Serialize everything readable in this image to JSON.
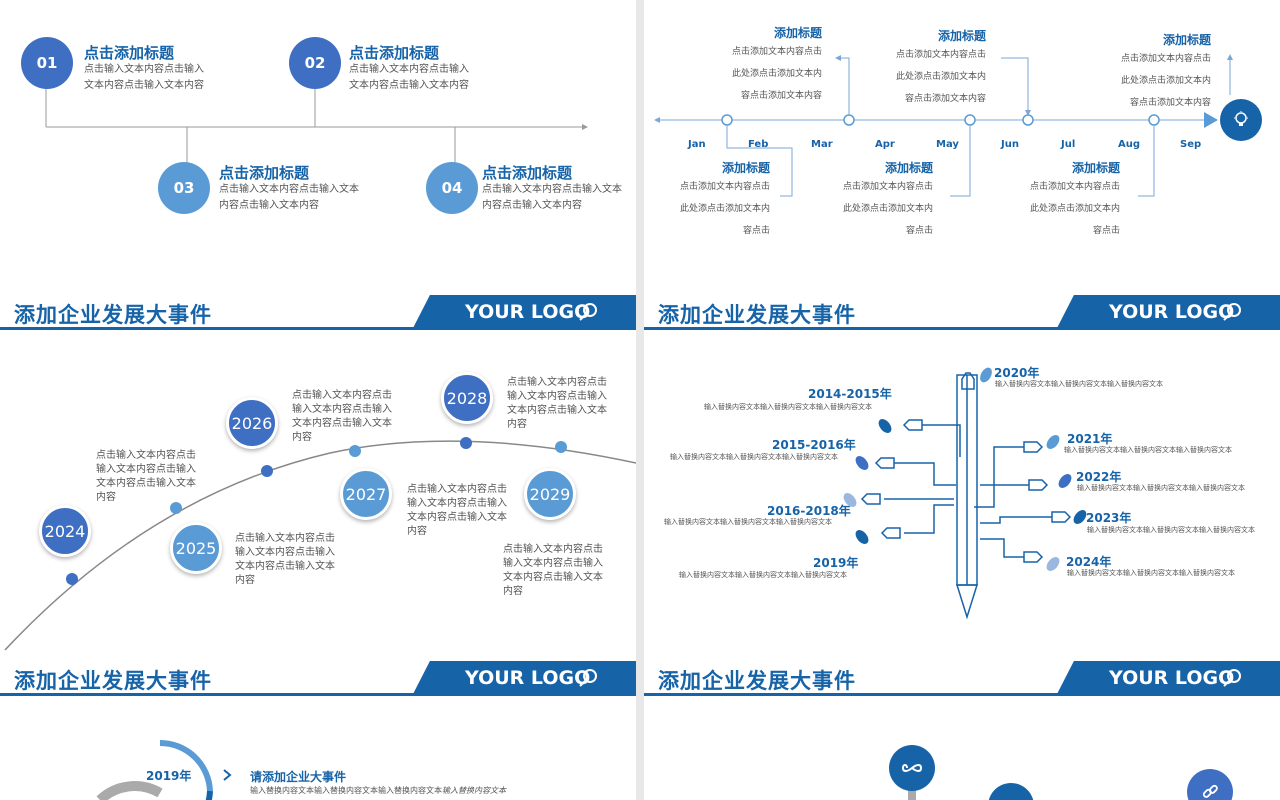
{
  "header": {
    "title": "添加企业发展大事件",
    "logo": "YOUR LOGO"
  },
  "p1": {
    "items": [
      {
        "num": "01",
        "title": "点击添加标题",
        "text": "点击输入文本内容点击输入文本内容点击输入文本内容"
      },
      {
        "num": "02",
        "title": "点击添加标题",
        "text": "点击输入文本内容点击输入文本内容点击输入文本内容"
      },
      {
        "num": "03",
        "title": "点击添加标题",
        "text": "点击输入文本内容点击输入文本内容点击输入文本内容"
      },
      {
        "num": "04",
        "title": "点击添加标题",
        "text": "点击输入文本内容点击输入文本内容点击输入文本内容"
      }
    ]
  },
  "p2": {
    "months": [
      "Jan",
      "Feb",
      "Mar",
      "Apr",
      "May",
      "Jun",
      "Jul",
      "Aug",
      "Sep"
    ],
    "top": [
      {
        "title": "添加标题",
        "l1": "点击添加文本内容点击",
        "l2": "此处添点击添加文本内",
        "l3": "容点击添加文本内容"
      },
      {
        "title": "添加标题",
        "l1": "点击添加文本内容点击",
        "l2": "此处添点击添加文本内",
        "l3": "容点击添加文本内容"
      },
      {
        "title": "添加标题",
        "l1": "点击添加文本内容点击",
        "l2": "此处添点击添加文本内",
        "l3": "容点击添加文本内容"
      }
    ],
    "bottom": [
      {
        "title": "添加标题",
        "l1": "点击添加文本内容点击",
        "l2": "此处添点击添加文本内",
        "l3": "容点击"
      },
      {
        "title": "添加标题",
        "l1": "点击添加文本内容点击",
        "l2": "此处添点击添加文本内",
        "l3": "容点击"
      },
      {
        "title": "添加标题",
        "l1": "点击添加文本内容点击",
        "l2": "此处添点击添加文本内",
        "l3": "容点击"
      }
    ],
    "icon": "lightbulb-icon"
  },
  "p3": {
    "years": [
      "2024",
      "2025",
      "2026",
      "2027",
      "2028",
      "2029"
    ],
    "text": "点击输入文本内容点击输入文本内容点击输入文本内容点击输入文本内容"
  },
  "p4": {
    "left": [
      {
        "year": "2014-2015年",
        "text": "输入替换内容文本输入替换内容文本输入替换内容文本"
      },
      {
        "year": "2015-2016年",
        "text": "输入替换内容文本输入替换内容文本输入替换内容文本"
      },
      {
        "year": "2016-2018年",
        "text": "输入替换内容文本输入替换内容文本输入替换内容文本"
      },
      {
        "year": "2019年",
        "text": "输入替换内容文本输入替换内容文本输入替换内容文本"
      }
    ],
    "right": [
      {
        "year": "2020年",
        "text": "输入替换内容文本输入替换内容文本输入替换内容文本"
      },
      {
        "year": "2021年",
        "text": "输入替换内容文本输入替换内容文本输入替换内容文本"
      },
      {
        "year": "2022年",
        "text": "输入替换内容文本输入替换内容文本输入替换内容文本"
      },
      {
        "year": "2023年",
        "text": "输入替换内容文本输入替换内容文本输入替换内容文本"
      },
      {
        "year": "2024年",
        "text": "输入替换内容文本输入替换内容文本输入替换内容文本"
      }
    ]
  },
  "p5": {
    "year": "2019年",
    "title": "请添加企业大事件",
    "text": "输入替换内容文本输入替换内容文本输入替换内容文本",
    "text_italic": "输入替换内容文本"
  },
  "colors": {
    "primary": "#1763a8",
    "mid": "#3f6fc2",
    "light": "#5b9bd5"
  }
}
